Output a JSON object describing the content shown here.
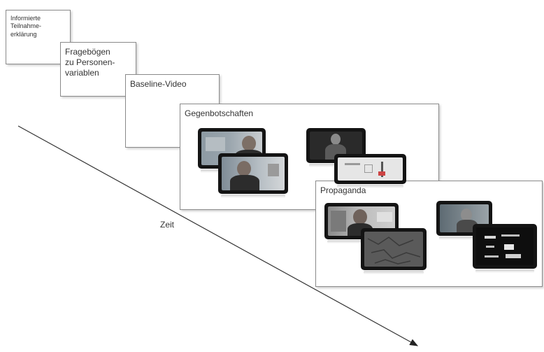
{
  "stages": [
    {
      "label": "Informierte\nTeilnahme-\nerklärung"
    },
    {
      "label": "Fragebögen\nzu Personen-\nvariablen"
    },
    {
      "label": "Baseline-Video"
    },
    {
      "label": "Gegenbotschaften"
    },
    {
      "label": "Propaganda"
    }
  ],
  "time_axis": {
    "label": "Zeit"
  }
}
